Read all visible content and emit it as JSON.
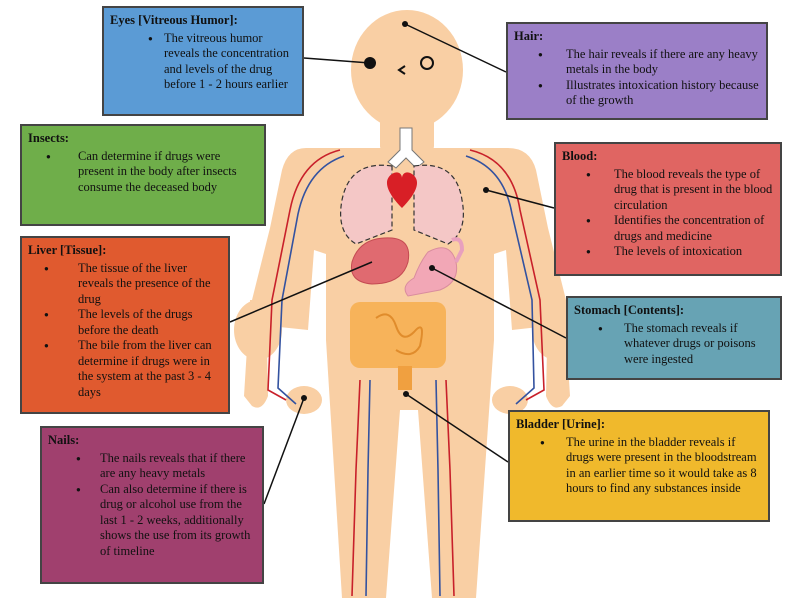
{
  "boxes": {
    "eyes": {
      "title": "Eyes [Vitreous Humor]:",
      "items": [
        "The vitreous humor reveals the concentration and levels of the drug before 1 - 2 hours earlier"
      ]
    },
    "hair": {
      "title": "Hair:",
      "items": [
        "The hair reveals if there are any heavy metals in the body",
        "Illustrates intoxication history because of the growth"
      ]
    },
    "insects": {
      "title": "Insects:",
      "items": [
        "Can determine if drugs were present in the body after insects consume the deceased body"
      ]
    },
    "blood": {
      "title": "Blood:",
      "items": [
        "The blood reveals the type of drug that is present in the blood circulation",
        "Identifies the concentration of drugs and medicine",
        "The levels of intoxication"
      ]
    },
    "liver": {
      "title": "Liver [Tissue]:",
      "items": [
        "The tissue of the liver reveals the presence of the drug",
        "The levels of the drugs before the death",
        "The bile from the liver can determine if drugs were in the system at the past 3 - 4 days"
      ]
    },
    "stomach": {
      "title": "Stomach [Contents]:",
      "items": [
        "The stomach reveals if whatever drugs or poisons were ingested"
      ]
    },
    "bladder": {
      "title": "Bladder [Urine]:",
      "items": [
        "The urine in the bladder reveals if drugs were present in the bloodstream in an earlier time so it would take as 8 hours to find any substances inside"
      ]
    },
    "nails": {
      "title": "Nails:",
      "items": [
        "The nails reveals that if there are any heavy metals",
        "Can also determine if there is drug or alcohol use from the last 1 - 2 weeks, additionally shows the use from its growth of timeline"
      ]
    }
  },
  "colors": {
    "skin": "#f9cfa4",
    "eyes_box": "#5b9bd5",
    "hair_box": "#9b7fc7",
    "insects_box": "#6fae4a",
    "blood_box": "#e06562",
    "liver_box": "#e05a2f",
    "stomach_box": "#67a3b4",
    "bladder_box": "#f0b92c",
    "nails_box": "#a0406e",
    "artery": "#c8202a",
    "vein": "#3352a0"
  }
}
